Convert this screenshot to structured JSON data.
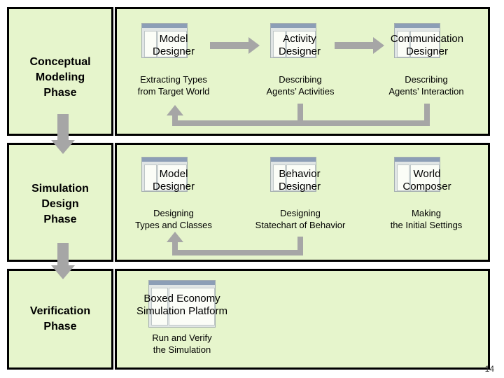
{
  "colors": {
    "panel_fill": "#e6f5cc",
    "border": "#000000",
    "arrow": "#a6a6a6"
  },
  "phases": {
    "conceptual": "Conceptual\nModeling\nPhase",
    "simulation": "Simulation\nDesign\nPhase",
    "verification": "Verification\nPhase"
  },
  "conceptual_row": {
    "tools": [
      {
        "title": "Model\nDesigner",
        "desc": "Extracting Types\nfrom Target World"
      },
      {
        "title": "Activity\nDesigner",
        "desc": "Describing\nAgents’ Activities"
      },
      {
        "title": "Communication\nDesigner",
        "desc": "Describing\nAgents’ Interaction"
      }
    ]
  },
  "simulation_row": {
    "tools": [
      {
        "title": "Model\nDesigner",
        "desc": "Designing\nTypes and Classes"
      },
      {
        "title": "Behavior\nDesigner",
        "desc": "Designing\nStatechart of Behavior"
      },
      {
        "title": "World\nComposer",
        "desc": "Making\nthe Initial Settings"
      }
    ]
  },
  "verification_row": {
    "tool": {
      "title": "Boxed Economy\nSimulation Platform",
      "desc": "Run and Verify\nthe Simulation"
    }
  },
  "page_number": "14"
}
